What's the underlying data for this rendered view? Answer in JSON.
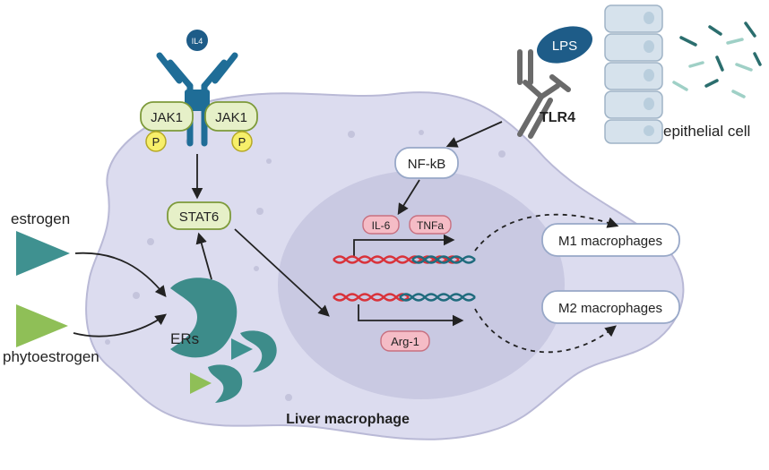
{
  "labels": {
    "il4": "IL4",
    "jak1_left": "JAK1",
    "jak1_right": "JAK1",
    "p_left": "P",
    "p_right": "P",
    "stat6": "STAT6",
    "lps": "LPS",
    "tlr4": "TLR4",
    "epithelial": "epithelial cell",
    "nfkb": "NF-kB",
    "il6": "IL-6",
    "tnfa": "TNFa",
    "arg1": "Arg-1",
    "m1": "M1 macrophages",
    "m2": "M2 macrophages",
    "estrogen": "estrogen",
    "phytoestrogen": "phytoestrogen",
    "ers": "ERs",
    "liver": "Liver macrophage"
  },
  "colors": {
    "cell_fill": "#dcdcef",
    "cell_stroke": "#b9b9d6",
    "nucleus_fill": "#c9c9e2",
    "receptor_blue": "#1f6d97",
    "tlr_gray": "#6a6a6a",
    "jak_fill": "#e6f0c8",
    "jak_stroke": "#7d9a3a",
    "p_fill": "#f7ef6a",
    "pill_pink": "#f5bcc6",
    "pill_pink_stroke": "#c77080",
    "node_fill": "#ffffff",
    "node_stroke": "#98a8c8",
    "er_teal": "#3d8c8a",
    "estrogen_teal": "#3f9190",
    "phyto_green": "#8fbf57",
    "dna_red": "#d9323a",
    "dna_teal": "#1f6b7d",
    "epithelial_fill": "#d6e2ec",
    "lps_blue": "#1e5c88"
  }
}
